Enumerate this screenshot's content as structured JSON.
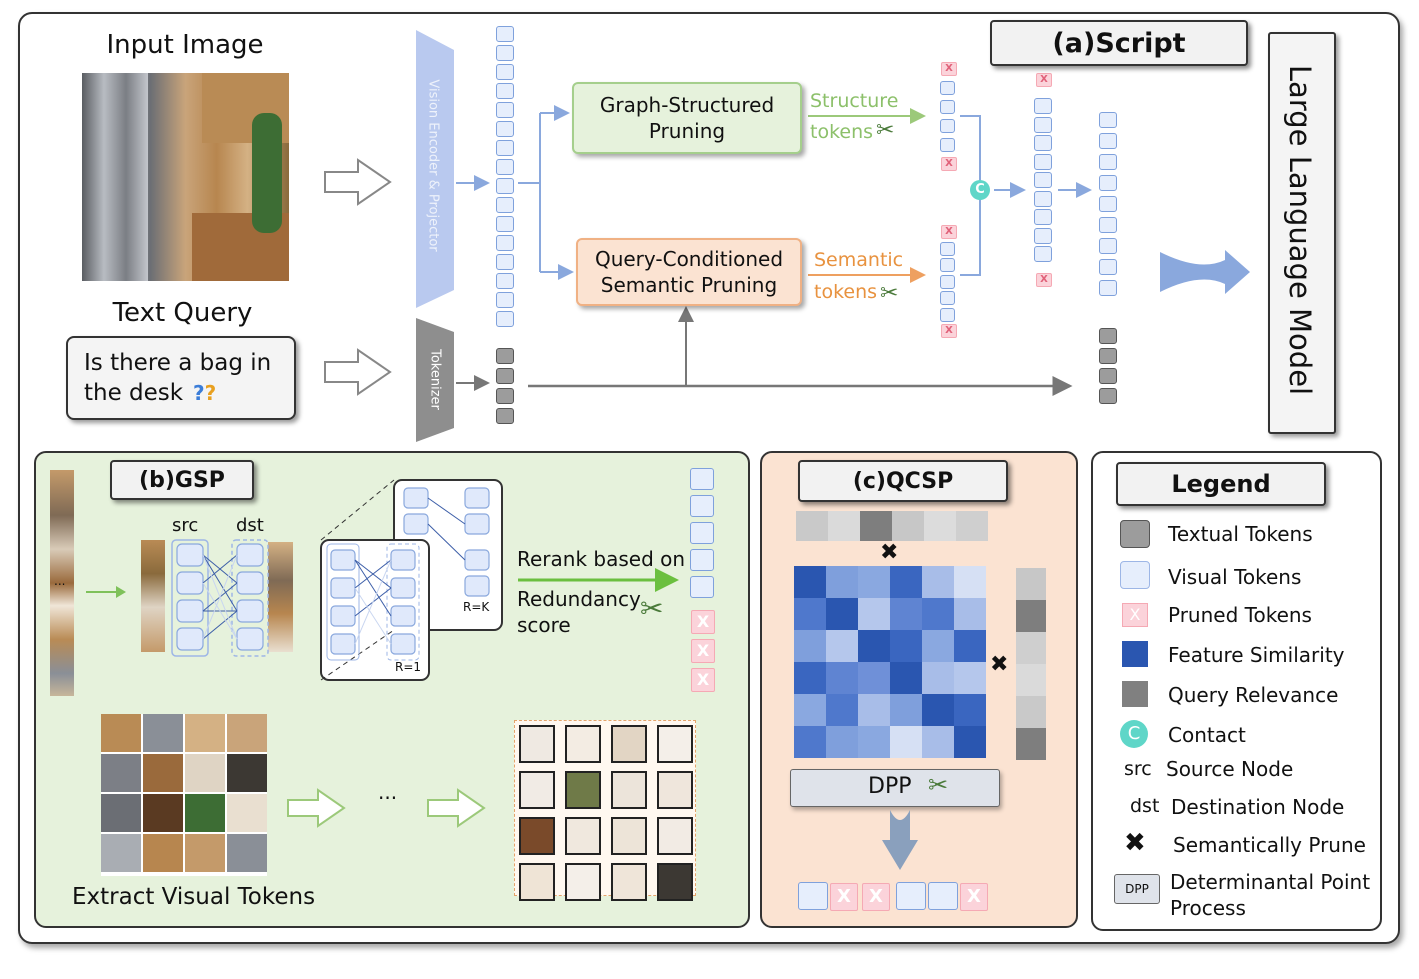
{
  "panel_a": {
    "input_image_title": "Input Image",
    "text_query_title": "Text Query",
    "query_text_line1": "Is there a bag in",
    "query_text_line2": "the desk",
    "vision_encoder_label": "Vision Encoder & Projector",
    "tokenizer_label": "Tokenizer",
    "gsp_box_line1": "Graph-Structured",
    "gsp_box_line2": "Pruning",
    "qcsp_box_line1": "Query-Conditioned",
    "qcsp_box_line2": "Semantic Pruning",
    "structure_label_1": "Structure",
    "structure_label_2": "tokens",
    "semantic_label_1": "Semantic",
    "semantic_label_2": "tokens",
    "concat_symbol": "C",
    "script_tag": "(a)Script",
    "llm_label": "Large Language Model",
    "prune_mark": "X"
  },
  "panel_b": {
    "tag": "(b)GSP",
    "src_label": "src",
    "dst_label": "dst",
    "ellipsis": "...",
    "r1_label": "R=1",
    "rk_label": "R=K",
    "rerank_line1": "Rerank based on",
    "rerank_line2": "Redundancy",
    "rerank_line3": "score",
    "extract_label": "Extract Visual Tokens",
    "dots": "···"
  },
  "panel_c": {
    "tag": "(c)QCSP",
    "dpp_label": "DPP"
  },
  "legend": {
    "title": "Legend",
    "items": [
      {
        "label": "Textual Tokens"
      },
      {
        "label": "Visual Tokens"
      },
      {
        "label": "Pruned Tokens"
      },
      {
        "label": "Feature Similarity"
      },
      {
        "label": "Query Relevance"
      },
      {
        "label": "Contact"
      },
      {
        "key": "src",
        "label": "Source Node"
      },
      {
        "key": "dst",
        "label": "Destination Node"
      },
      {
        "label": "Semantically Prune"
      },
      {
        "key": "DPP",
        "label_line1": "Determinantal Point",
        "label_line2": "Process"
      }
    ]
  },
  "colors": {
    "visual_token": "#e6eefc",
    "textual_token": "#9c9c9c",
    "pruned_token": "#fbd3da",
    "gsp_green": "#e6f2dc",
    "qcsp_orange": "#fbe3d2",
    "structure_text": "#8cc06a",
    "semantic_text": "#e8923f",
    "concat": "#5fd6c8"
  }
}
